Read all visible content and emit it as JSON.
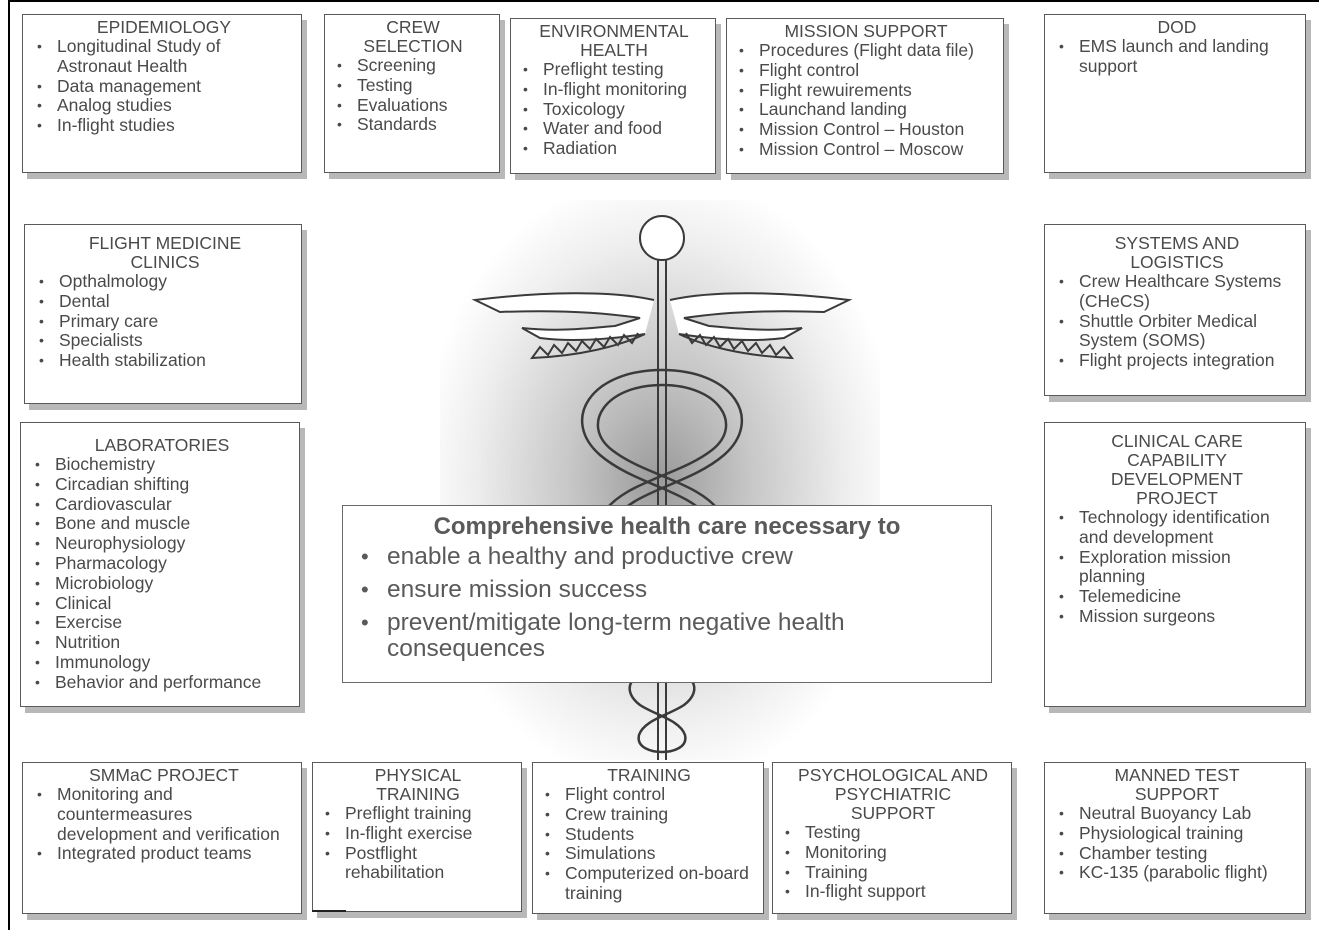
{
  "boxes": {
    "epidemiology": {
      "title": "EPIDEMIOLOGY",
      "items": [
        "Longitudinal Study of Astronaut Health",
        "Data management",
        "Analog studies",
        "In-flight studies"
      ]
    },
    "crew_selection": {
      "title": "CREW SELECTION",
      "items": [
        "Screening",
        "Testing",
        "Evaluations",
        "Standards"
      ]
    },
    "environmental_health": {
      "title": "ENVIRONMENTAL HEALTH",
      "items": [
        "Preflight testing",
        "In-flight monitoring",
        "Toxicology",
        "Water and food",
        "Radiation"
      ]
    },
    "mission_support": {
      "title": "MISSION SUPPORT",
      "items": [
        "Procedures (Flight data file)",
        "Flight control",
        "Flight rewuirements",
        "Launchand landing",
        "Mission Control – Houston",
        "Mission Control – Moscow"
      ]
    },
    "dod": {
      "title": "DOD",
      "items": [
        "EMS launch and landing support"
      ]
    },
    "flight_medicine": {
      "title": "FLIGHT MEDICINE CLINICS",
      "items": [
        "Opthalmology",
        "Dental",
        "Primary care",
        "Specialists",
        "Health stabilization"
      ]
    },
    "systems_logistics": {
      "title": "SYSTEMS AND LOGISTICS",
      "items": [
        "Crew Healthcare Systems (CHeCS)",
        "Shuttle Orbiter Medical System (SOMS)",
        "Flight projects integration"
      ]
    },
    "laboratories": {
      "title": "LABORATORIES",
      "items": [
        "Biochemistry",
        "Circadian shifting",
        "Cardiovascular",
        "Bone and muscle",
        "Neurophysiology",
        "Pharmacology",
        "Microbiology",
        "Clinical",
        "Exercise",
        "Nutrition",
        "Immunology",
        "Behavior and performance"
      ]
    },
    "clinical_care": {
      "title": "CLINICAL CARE CAPABILITY DEVELOPMENT PROJECT",
      "items": [
        "Technology identification and development",
        "Exploration mission planning",
        "Telemedicine",
        "Mission surgeons"
      ]
    },
    "smmac": {
      "title": "SMMaC PROJECT",
      "items": [
        "Monitoring and countermeasures development and verification",
        "Integrated product teams"
      ]
    },
    "physical_training": {
      "title": "PHYSICAL TRAINING",
      "items": [
        "Preflight training",
        "In-flight exercise",
        "Postflight rehabilitation"
      ]
    },
    "training": {
      "title": "TRAINING",
      "items": [
        "Flight control",
        "Crew training",
        "Students",
        "Simulations",
        "Computerized on-board training"
      ]
    },
    "psych": {
      "title": "PSYCHOLOGICAL AND PSYCHIATRIC SUPPORT",
      "items": [
        "Testing",
        "Monitoring",
        "Training",
        "In-flight support"
      ]
    },
    "manned_test": {
      "title": "MANNED TEST SUPPORT",
      "items": [
        "Neutral Buoyancy Lab",
        "Physiological training",
        "Chamber testing",
        "KC-135 (parabolic flight)"
      ]
    }
  },
  "center": {
    "title": "Comprehensive health care necessary to",
    "items": [
      "enable a healthy and productive crew",
      "ensure mission success",
      "prevent/mitigate long-term negative health consequences"
    ]
  },
  "symbol": {
    "icon": "caduceus-icon"
  }
}
